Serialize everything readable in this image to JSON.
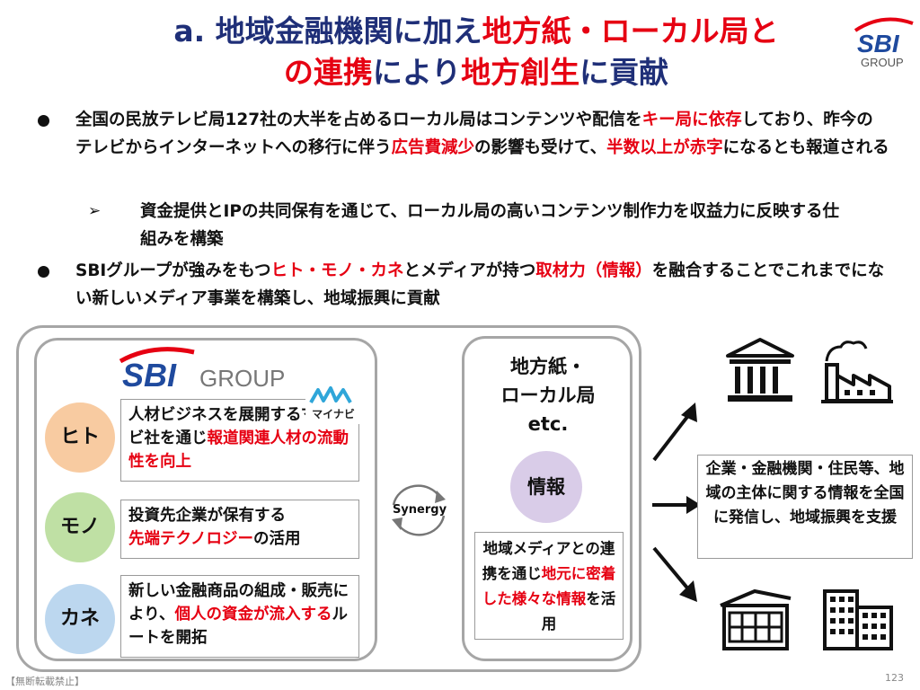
{
  "title": {
    "line1_a": "a. 地域金融機関に加え",
    "line1_b": "地方紙・ローカル局と",
    "line2_a": "の連携",
    "line2_b": "により",
    "line2_c": "地方創生",
    "line2_d": "に貢献"
  },
  "logo": {
    "brand": "SBI",
    "group": "GROUP"
  },
  "bullet1": {
    "t1": "全国の民放テレビ局127社の大半を占めるローカル局はコンテンツや配信を",
    "t2": "キー局に依存",
    "t3": "しており、昨今のテレビからインターネットへの移行に伴う",
    "t4": "広告費減少",
    "t5": "の影響も受けて、",
    "t6": "半数以上が赤字",
    "t7": "になるとも報道される"
  },
  "sub_bullet": {
    "mark": "➢",
    "text": "資金提供とIPの共同保有を通じて、ローカル局の高いコンテンツ制作力を収益力に反映する仕組みを構築"
  },
  "bullet2": {
    "t1": "SBIグループが強みをもつ",
    "t2": "ヒト・モノ・カネ",
    "t3": "とメディアが持つ",
    "t4": "取材力（情報）",
    "t5": "を融合することでこれまでにない新しいメディア事業を構築し、地域振興に貢献"
  },
  "sbi_panel": {
    "logo_brand": "SBI",
    "logo_group": "GROUP",
    "hito": {
      "label": "ヒト",
      "text1": "人材ビジネスを展開するマイナビ社を通じ",
      "text2": "報道関連人材の流動性を向上"
    },
    "mono": {
      "label": "モノ",
      "text1": "投資先企業が保有する",
      "text2": "先端テクノロジー",
      "text3": "の活用"
    },
    "kane": {
      "label": "カネ",
      "text1": "新しい金融商品の組成・販売により、",
      "text2": "個人の資金が流入する",
      "text3": "ルートを開拓"
    },
    "mynavi": "マイナビ"
  },
  "synergy": "Synergy",
  "media_panel": {
    "title_line1": "地方紙・",
    "title_line2": "ローカル局",
    "title_line3": "etc.",
    "info_label": "情報",
    "desc1": "地域メディアとの連携を通じ",
    "desc2": "地元に密着した様々な情報",
    "desc3": "を活用"
  },
  "result": "企業・金融機関・住民等、地域の主体に関する情報を全国に発信し、地域振興を支援",
  "icons": [
    "bank-icon",
    "factory-icon",
    "store-icon",
    "office-buildings-icon"
  ],
  "footer": {
    "notice": "【無断転載禁止】",
    "page": "123"
  },
  "colors": {
    "title_blue": "#1f2f78",
    "accent_red": "#e60012",
    "hito": "#f8cba1",
    "mono": "#bfe0a4",
    "kane": "#bcd7ef",
    "info": "#d9cce8"
  }
}
